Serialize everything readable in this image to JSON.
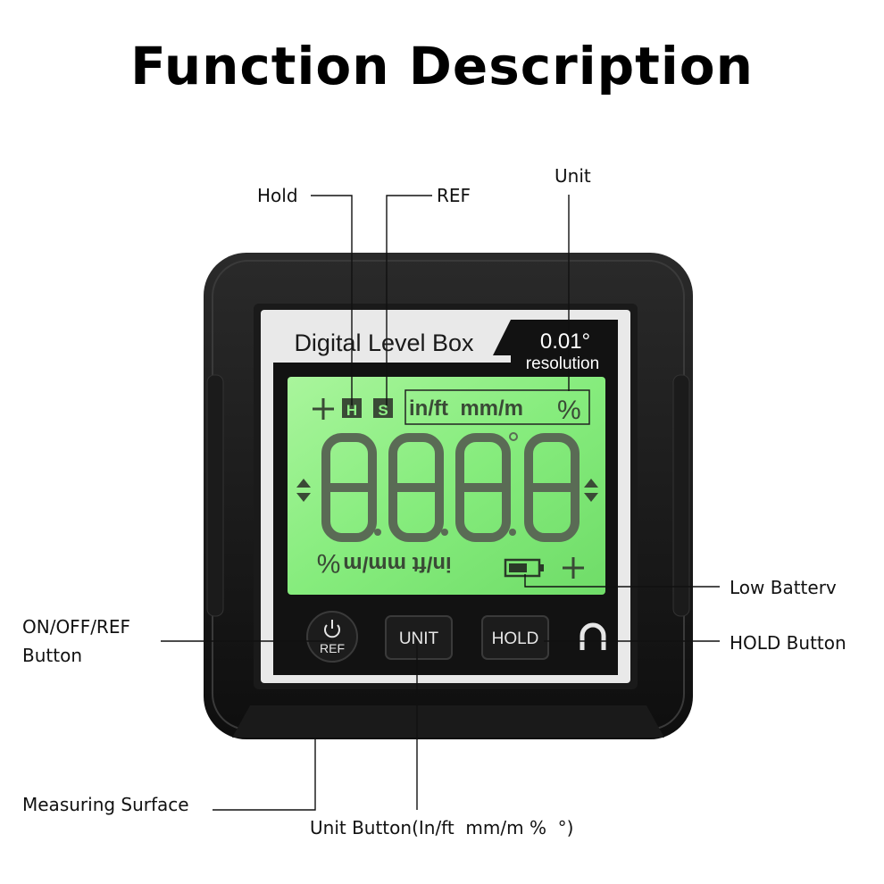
{
  "title": "Function Description",
  "device": {
    "brand_name": "Digital Level Box",
    "resolution_value": "0.01°",
    "resolution_label": "resolution",
    "lcd": {
      "digits": "8.8.8.8",
      "top_units": "in/ft  mm/m",
      "top_percent": "%",
      "hold_icon": "H",
      "ref_icon": "S",
      "bottom_units": "in/ft mm/m",
      "bottom_percent": "%",
      "backlight_color": "#8fef86"
    },
    "buttons": {
      "power_ref": "REF",
      "unit": "UNIT",
      "hold": "HOLD"
    },
    "magnet_icon": "magnet-icon",
    "power_icon": "power-icon"
  },
  "callouts": {
    "hold": "Hold",
    "ref": "REF",
    "unit": "Unit",
    "low_battery": "Low Batterv",
    "hold_button": "HOLD Button",
    "on_off_ref_button_line1": "ON/OFF/REF",
    "on_off_ref_button_line2": "Button",
    "measuring_surface": "Measuring Surface",
    "unit_button": "Unit Button(In/ft  mm/m %  °)"
  }
}
